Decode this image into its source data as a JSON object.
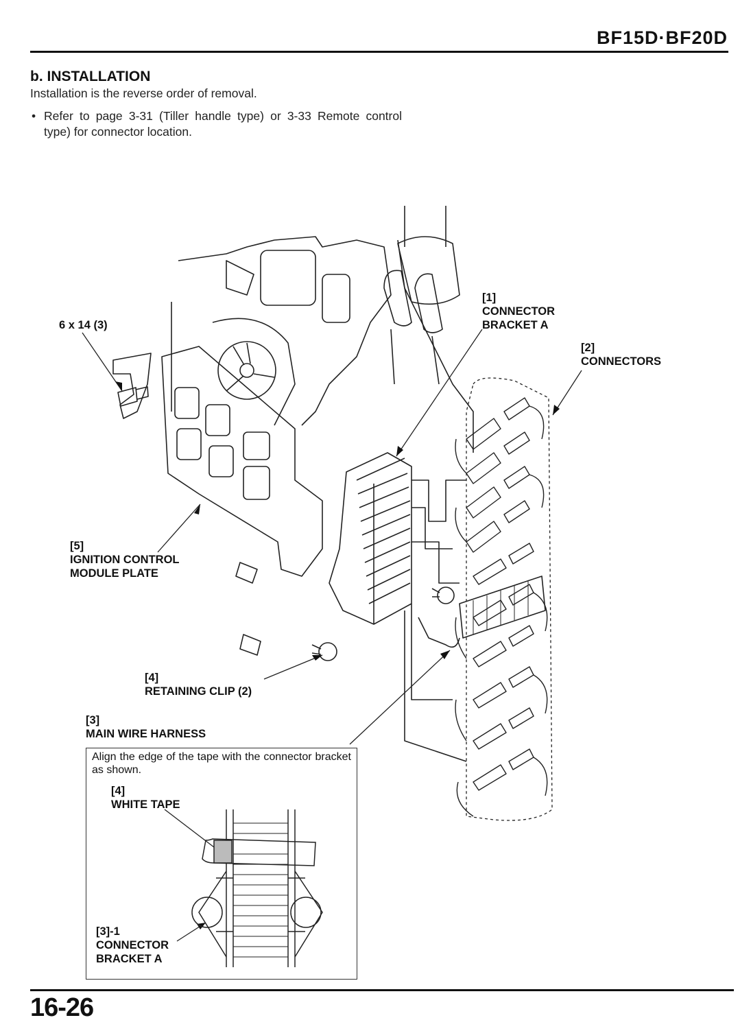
{
  "header": {
    "model": "BF15D·BF20D"
  },
  "section": {
    "title": "b. INSTALLATION",
    "intro": "Installation is the reverse order of removal.",
    "bullet_mark": "•",
    "bullet_text": "Refer to page 3-31 (Tiller handle type) or 3-33 Remote control type) for connector location."
  },
  "labels": {
    "bolt": "6 x 14 (3)",
    "c1_num": "[1]",
    "c1_line1": "CONNECTOR",
    "c1_line2": "BRACKET A",
    "c2_num": "[2]",
    "c2_name": "CONNECTORS",
    "c5_num": "[5]",
    "c5_line1": "IGNITION CONTROL",
    "c5_line2": "MODULE PLATE",
    "c4_num": "[4]",
    "c4_name": "RETAINING CLIP (2)",
    "c3_num": "[3]",
    "c3_name": "MAIN WIRE HARNESS"
  },
  "detail_box": {
    "note": "Align the edge of the tape with the connector bracket as shown.",
    "tape_num": "[4]",
    "tape_name": "WHITE TAPE",
    "bracket_num": "[3]-1",
    "bracket_line1": "CONNECTOR",
    "bracket_line2": "BRACKET A"
  },
  "footer": {
    "page_number": "16-26"
  }
}
